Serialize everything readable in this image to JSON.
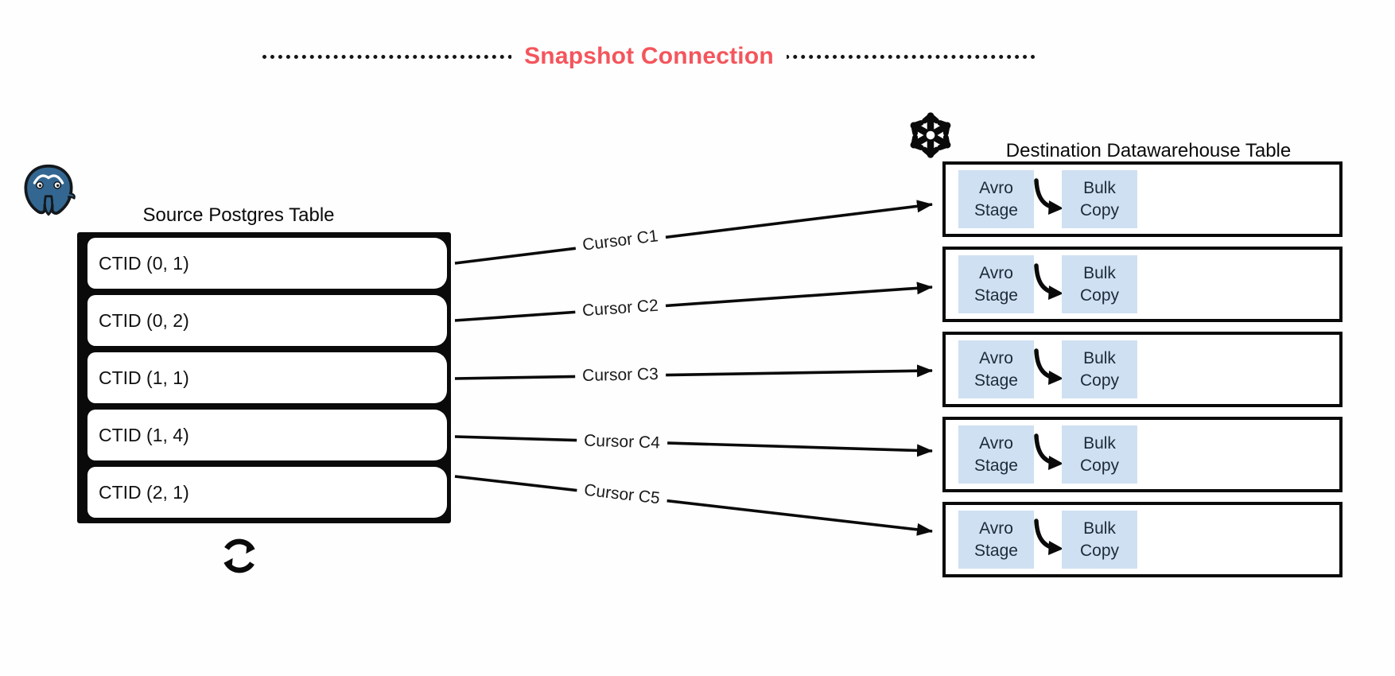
{
  "title": "Snapshot Connection",
  "source": {
    "icon": "postgresql-elephant",
    "label": "Source Postgres Table",
    "rows": [
      "CTID (0, 1)",
      "CTID (0, 2)",
      "CTID (1, 1)",
      "CTID (1, 4)",
      "CTID (2, 1)"
    ],
    "refresh_icon": "refresh-sync"
  },
  "cursors": [
    {
      "label": "Cursor C1"
    },
    {
      "label": "Cursor C2"
    },
    {
      "label": "Cursor C3"
    },
    {
      "label": "Cursor C4"
    },
    {
      "label": "Cursor C5"
    }
  ],
  "destination": {
    "icon": "snowflake",
    "label": "Destination Datawarehouse Table",
    "rows": [
      {
        "stage": "Avro Stage",
        "copy": "Bulk Copy"
      },
      {
        "stage": "Avro Stage",
        "copy": "Bulk Copy"
      },
      {
        "stage": "Avro Stage",
        "copy": "Bulk Copy"
      },
      {
        "stage": "Avro Stage",
        "copy": "Bulk Copy"
      },
      {
        "stage": "Avro Stage",
        "copy": "Bulk Copy"
      }
    ]
  },
  "colors": {
    "title_red": "#f4555c",
    "diagram_black": "#0a0a0a",
    "stage_chip_blue": "#cfe0f2",
    "postgres_blue": "#336791"
  }
}
